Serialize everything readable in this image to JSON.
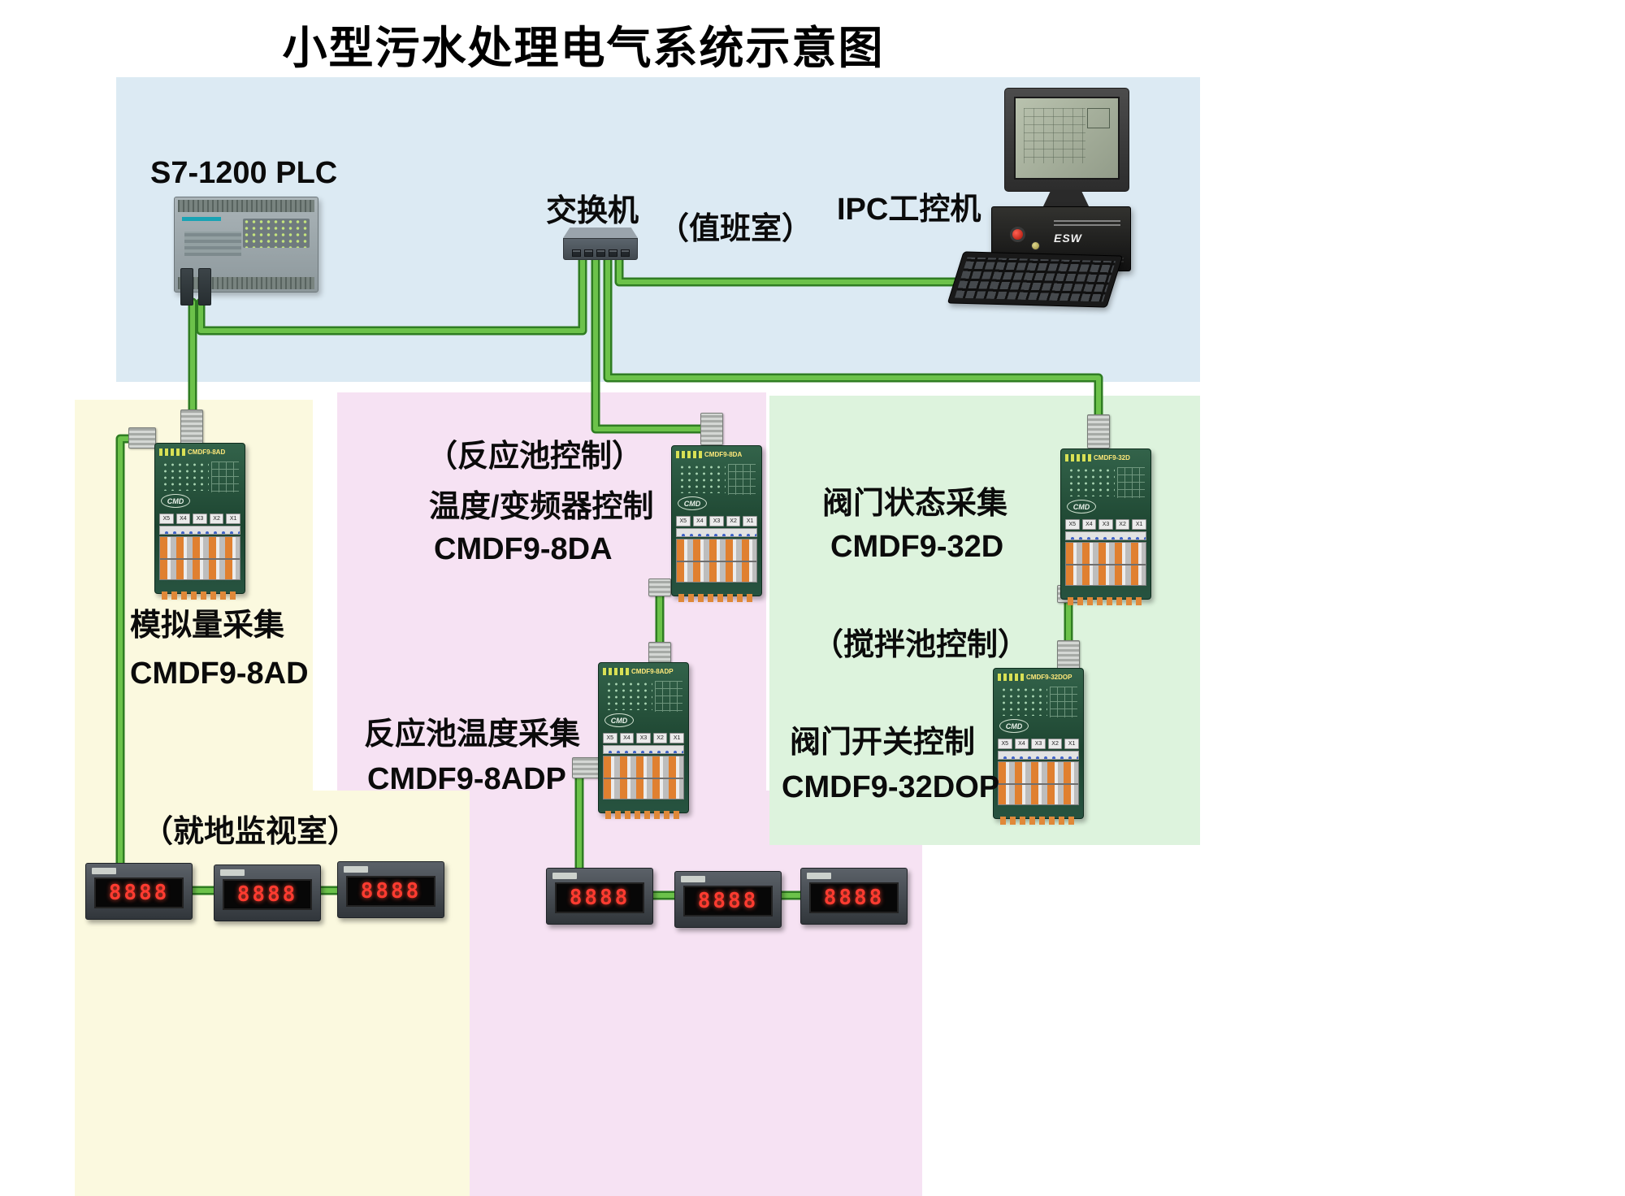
{
  "title": "小型污水处理电气系统示意图",
  "colors": {
    "zone_control_room": "#dceaf3",
    "zone_left": "#fbf9df",
    "zone_middle": "#f6e2f3",
    "zone_right": "#ddf3dd",
    "cable_green": "#6cc24a",
    "cable_green_dark": "#2f7d22",
    "meter_digit_red": "#ff3b30"
  },
  "control_room": {
    "plc_label": "S7-1200  PLC",
    "switch_label": "交换机",
    "duty_room_label": "（值班室）",
    "ipc_label": "IPC工控机",
    "ipc_chassis_brand": "ESW"
  },
  "left_zone": {
    "function_label": "模拟量采集",
    "model_label": "CMDF9-8AD",
    "room_label": "（就地监视室）"
  },
  "middle_zone": {
    "control_label": "（反应池控制）",
    "function_label": "温度/变频器控制",
    "model_label": "CMDF9-8DA",
    "function2_label": "反应池温度采集",
    "model2_label": "CMDF9-8ADP"
  },
  "right_zone": {
    "function_label": "阀门状态采集",
    "model_label": "CMDF9-32D",
    "control_label": "（搅拌池控制）",
    "function2_label": "阀门开关控制",
    "model2_label": "CMDF9-32DOP"
  },
  "modules": [
    {
      "model": "CMDF9-8AD"
    },
    {
      "model": "CMDF9-8DA"
    },
    {
      "model": "CMDF9-8ADP"
    },
    {
      "model": "CMDF9-32D"
    },
    {
      "model": "CMDF9-32DOP"
    }
  ],
  "module_common": {
    "brand": "CMD",
    "ports": [
      "X5",
      "X4",
      "X3",
      "X2",
      "X1"
    ]
  },
  "meter": {
    "display": "8888"
  }
}
